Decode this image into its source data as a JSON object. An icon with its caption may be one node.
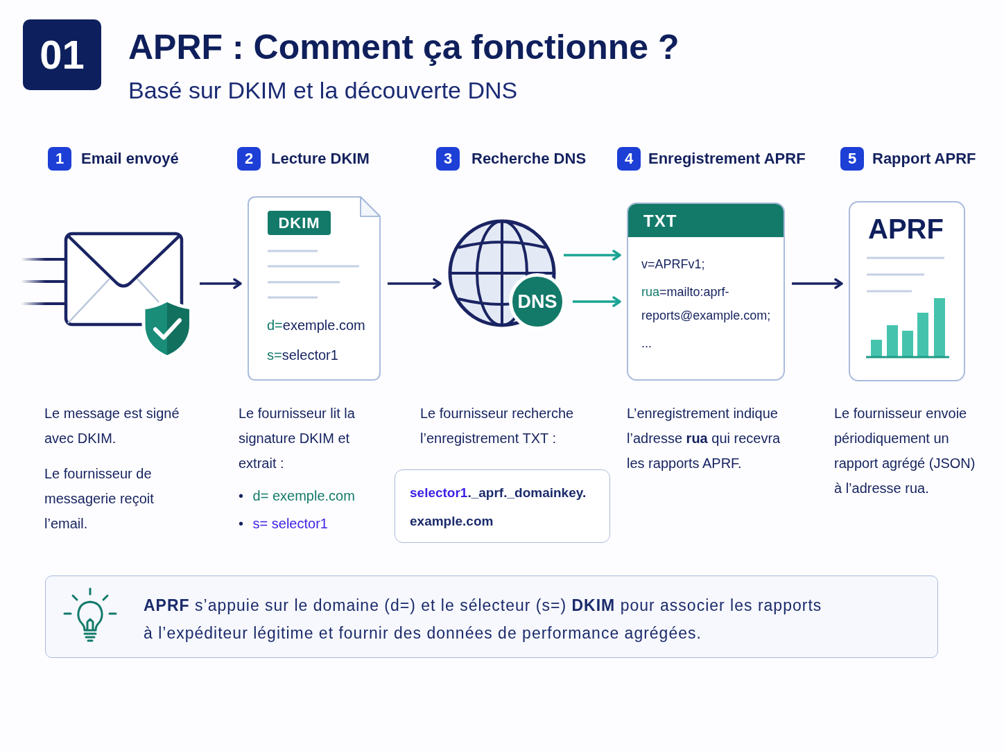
{
  "diagram": {
    "title": "APRF : Comment ça fonctionne ?",
    "nodes": [
      {
        "text": [
          "01"
        ]
      },
      {
        "text": [
          "1"
        ],
        "beside": [
          "Email envoyé"
        ]
      },
      {
        "text": [
          "2"
        ],
        "beside": [
          "Lecture DKIM"
        ]
      },
      {
        "text": [
          "3"
        ],
        "beside": [
          "Recherche DNS"
        ]
      },
      {
        "text": [
          "4"
        ],
        "beside": [
          "Enregistrement APRF"
        ]
      },
      {
        "text": [
          "5"
        ],
        "beside": [
          "Rapport APRF"
        ]
      },
      {
        "text": [],
        "shape": "picture",
        "beside": [
          "Le message est signé avec DKIM.",
          "Le fournisseur de messagerie reçoit l’email."
        ]
      },
      {
        "text": [
          "d=exemple.com",
          "s=selector1"
        ],
        "beside": [
          "Le fournisseur lit la signature DKIM et extrait :",
          "• d= exemple.com",
          "• s= selector1"
        ]
      },
      {
        "text": [
          "DKIM"
        ],
        "in": 7
      },
      {
        "text": [],
        "shape": "picture"
      },
      {
        "text": [
          "DNS"
        ]
      },
      {
        "text": [
          "selector1._aprf._domainkey. example.com"
        ],
        "beside": [
          "Le fournisseur recherche l’enregistrement TXT :"
        ]
      },
      {
        "text": [
          "TXT",
          "v=APRFv1;",
          "rua=mailto:aprf-reports@example.com;",
          "..."
        ],
        "beside": [
          "L’enregistrement indique l’adresse **rua** qui recevra les rapports APRF."
        ]
      },
      {
        "text": [
          "APRF"
        ],
        "beside": [
          "Le fournisseur envoie périodiquement un rapport agrégé (JSON) à l’adresse rua."
        ]
      },
      {
        "text": [
          "**APRF** s’appuie sur le domaine (d=) et le sélecteur (s=) **DKIM** pour associer les rapports à l’expéditeur légitime et fournir des données de performance agrégées."
        ]
      }
    ],
    "edges": [
      {
        "from": 6,
        "to": 7,
        "arrow": "to"
      },
      {
        "from": 7,
        "to": 9,
        "arrow": "to"
      },
      {
        "from": 9,
        "to": 12,
        "arrow": "to",
        "color": "#1aa393"
      },
      {
        "from": 10,
        "to": 12,
        "arrow": "to",
        "color": "#1aa393"
      },
      {
        "from": 12,
        "to": 13,
        "arrow": "to"
      }
    ],
    "labels": [
      "Basé sur DKIM et la découverte DNS"
    ]
  }
}
